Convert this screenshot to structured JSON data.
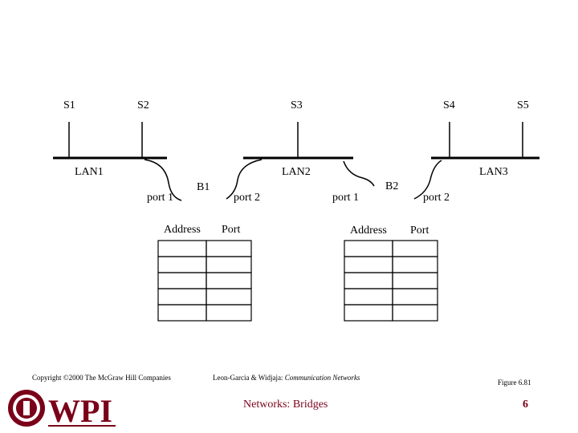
{
  "stations": [
    "S1",
    "S2",
    "S3",
    "S4",
    "S5"
  ],
  "lans": [
    "LAN1",
    "LAN2",
    "LAN3"
  ],
  "bridges": [
    {
      "name": "B1",
      "port_a": "port 1",
      "port_b": "port 2",
      "table_headers": [
        "Address",
        "Port"
      ],
      "table_rows": 5
    },
    {
      "name": "B2",
      "port_a": "port 1",
      "port_b": "port 2",
      "table_headers": [
        "Address",
        "Port"
      ],
      "table_rows": 5
    }
  ],
  "footer": {
    "copyright": "Copyright ©2000 The McGraw Hill Companies",
    "citation_authors": "Leon-Garcia & Widjaja:",
    "citation_title": "Communication Networks",
    "figure": "Figure 6.81",
    "subtitle": "Networks: Bridges",
    "page_number": "6"
  },
  "logo": {
    "text": "WPI",
    "colors": {
      "brand": "#7a0019"
    }
  }
}
